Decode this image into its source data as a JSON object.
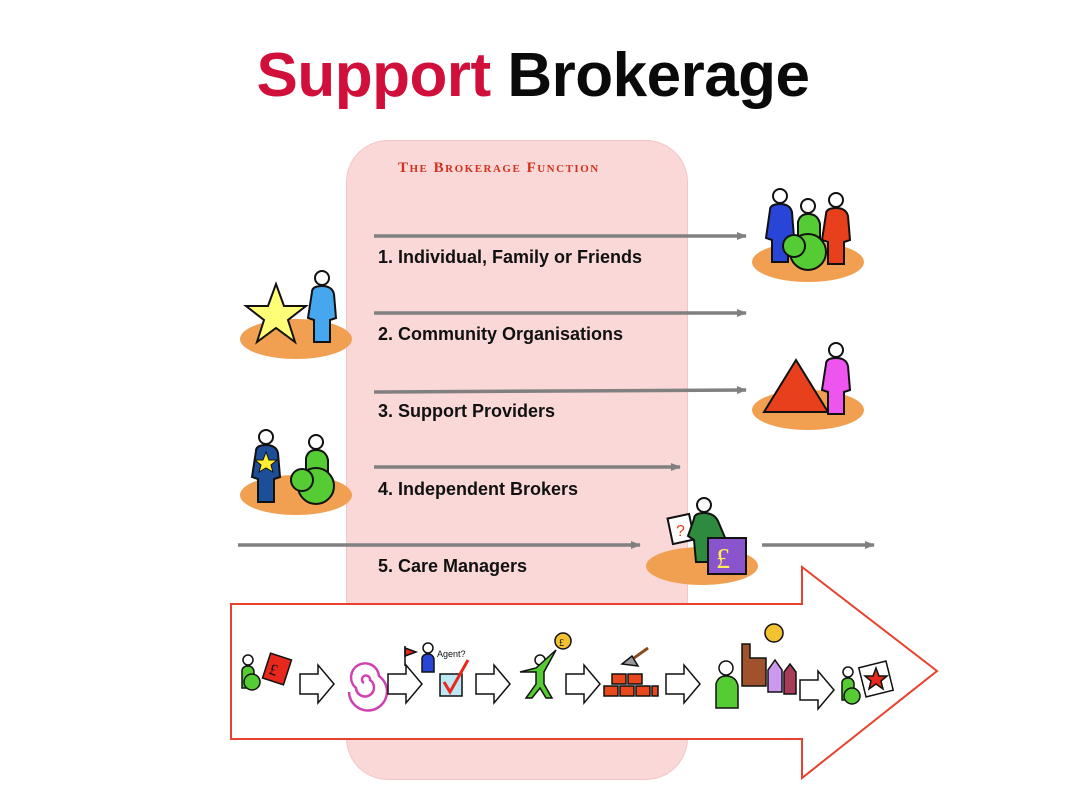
{
  "title": {
    "word1": "Support",
    "word2": "Brokerage"
  },
  "panel": {
    "heading": "The Brokerage Function"
  },
  "rows": [
    {
      "label": "1. Individual, Family or Friends"
    },
    {
      "label": "2. Community Organisations"
    },
    {
      "label": "3. Support Providers"
    },
    {
      "label": "4. Independent Brokers"
    },
    {
      "label": "5. Care Managers"
    }
  ],
  "icons": {
    "pound_sign": "£",
    "question_mark": "?",
    "agent_label": "Agent?",
    "colors": {
      "title_accent": "#d0103a",
      "panel": "#fad8d8",
      "arrow": "#808080",
      "process_arrow_border": "#e8422e",
      "base_ellipse": "#f0a050"
    }
  }
}
